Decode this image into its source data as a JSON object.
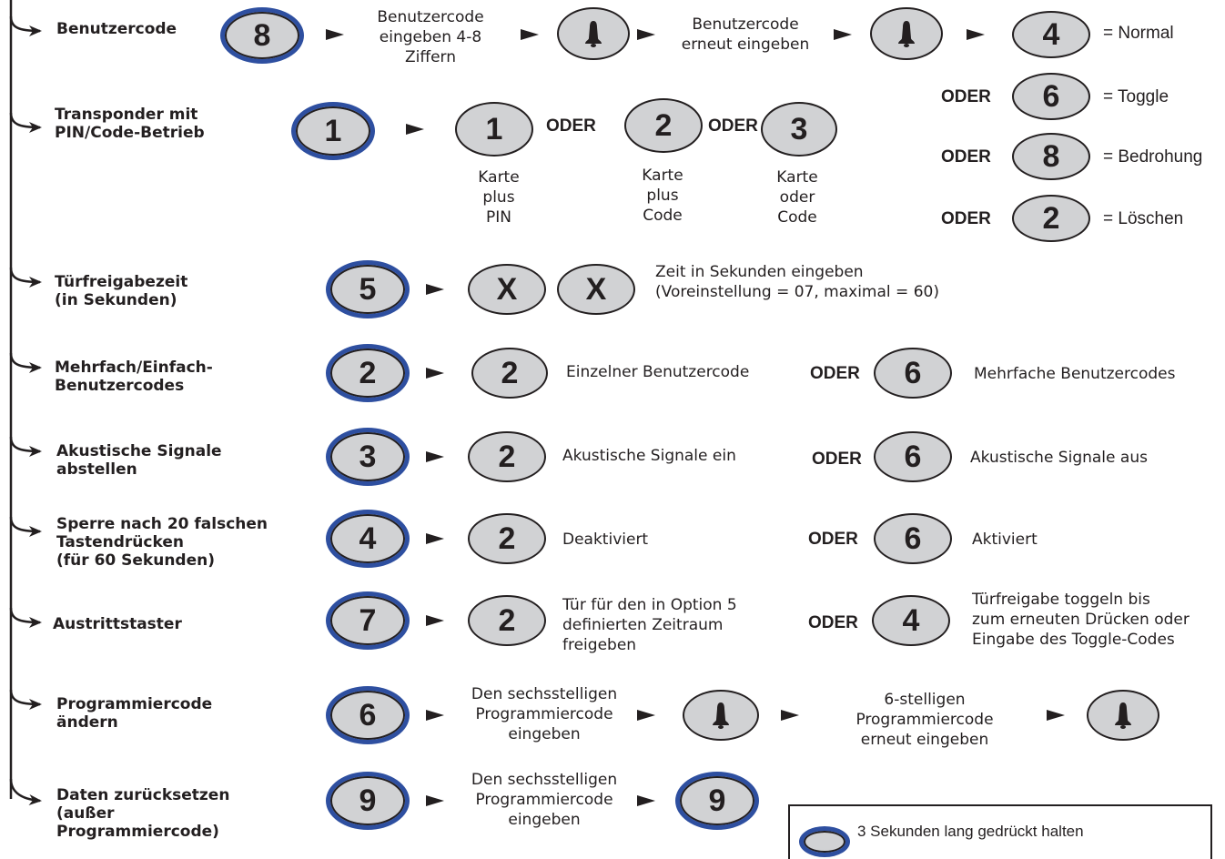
{
  "rows": [
    {
      "label": "Benutzercode",
      "key": "8",
      "texts": [
        "Benutzercode\neingeben 4-8\nZiffern",
        "Benutzercode\nerneut eingeben"
      ]
    },
    {
      "label": "Transponder mit\nPIN/Code-Betrieb",
      "key": "1",
      "options": [
        {
          "key": "1",
          "caption": "Karte\nplus\nPIN"
        },
        {
          "key": "2",
          "caption": "Karte\nplus\nCode"
        },
        {
          "key": "3",
          "caption": "Karte\noder\nCode"
        }
      ]
    },
    {
      "label": "Türfreigabezeit\n(in Sekunden)",
      "key": "5",
      "keys": [
        "X",
        "X"
      ],
      "text": "Zeit in Sekunden eingeben\n(Voreinstellung = 07, maximal = 60)"
    },
    {
      "label": "Mehrfach/Einfach-\nBenutzercodes",
      "key": "2",
      "opt1": {
        "key": "2",
        "text": "Einzelner Benutzercode"
      },
      "opt2": {
        "key": "6",
        "text": "Mehrfache Benutzercodes"
      }
    },
    {
      "label": "Akustische Signale\nabstellen",
      "key": "3",
      "opt1": {
        "key": "2",
        "text": "Akustische Signale ein"
      },
      "opt2": {
        "key": "6",
        "text": "Akustische Signale aus"
      }
    },
    {
      "label": "Sperre nach 20 falschen\nTastendrücken\n(für 60 Sekunden)",
      "key": "4",
      "opt1": {
        "key": "2",
        "text": "Deaktiviert"
      },
      "opt2": {
        "key": "6",
        "text": "Aktiviert"
      }
    },
    {
      "label": "Austrittstaster",
      "key": "7",
      "opt1": {
        "key": "2",
        "text": "Tür für den in Option 5\ndefinierten Zeitraum\nfreigeben"
      },
      "opt2": {
        "key": "4",
        "text": "Türfreigabe toggeln bis\nzum erneuten Drücken oder\nEingabe des Toggle-Codes"
      }
    },
    {
      "label": "Programmiercode\nändern",
      "key": "6",
      "texts": [
        "Den sechsstelligen\nProgrammiercode\neingeben",
        "6-stelligen\nProgrammiercode\nerneut eingeben"
      ]
    },
    {
      "label": "Daten zurücksetzen\n(außer\nProgrammiercode)",
      "key": "9",
      "text": "Den sechsstelligen\nProgrammiercode\neingeben",
      "end_key": "9"
    }
  ],
  "user_types": [
    {
      "key": "4",
      "result": "= Normal"
    },
    {
      "key": "6",
      "result": "= Toggle",
      "oder": "ODER"
    },
    {
      "key": "8",
      "result": "= Bedrohung",
      "oder": "ODER"
    },
    {
      "key": "2",
      "result": "= Löschen",
      "oder": "ODER"
    }
  ],
  "oder": "ODER",
  "legend": {
    "text": "3 Sekunden lang gedrückt halten"
  },
  "icons": {
    "bell": "bell-icon",
    "arrow": "arrow-right-icon"
  },
  "colors": {
    "key_fill": "#d1d2d4",
    "hold_ring": "#2e4fa0",
    "ink": "#231f20"
  }
}
